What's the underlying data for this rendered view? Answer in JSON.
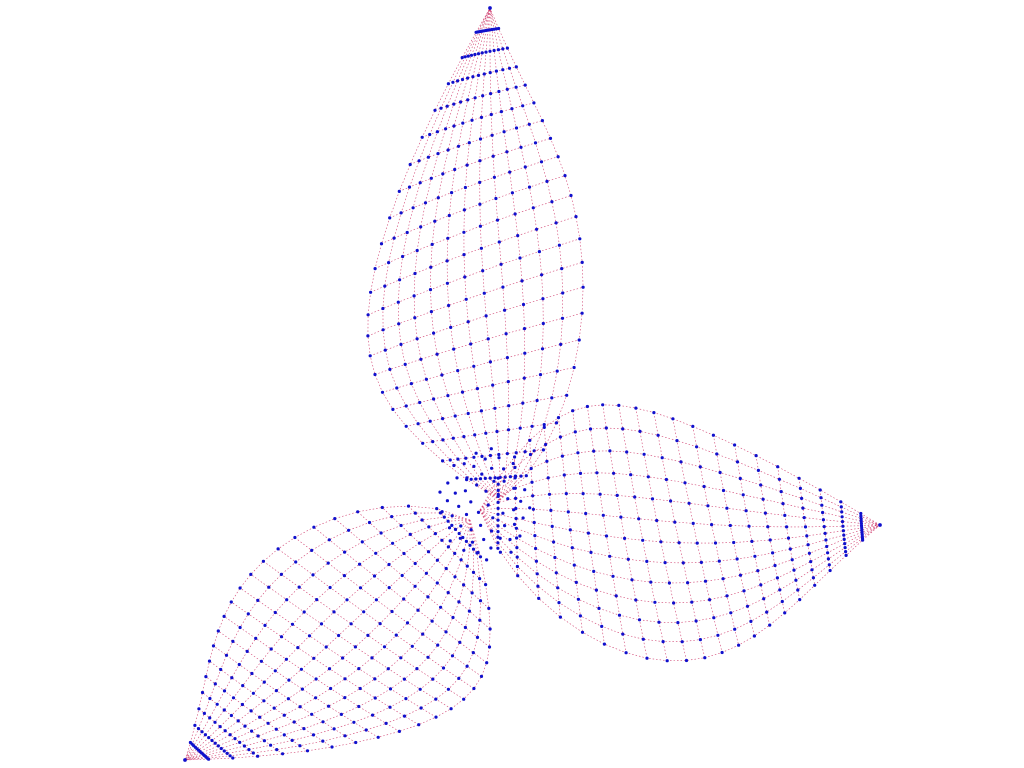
{
  "scene": {
    "object": "three-blade-propeller",
    "blades": 3,
    "render_mode": "wireframe-points",
    "background": "#ffffff",
    "wire_color": "#d04070",
    "vertex_color": "#1010cc",
    "grid_u": 12,
    "grid_v": 22
  }
}
